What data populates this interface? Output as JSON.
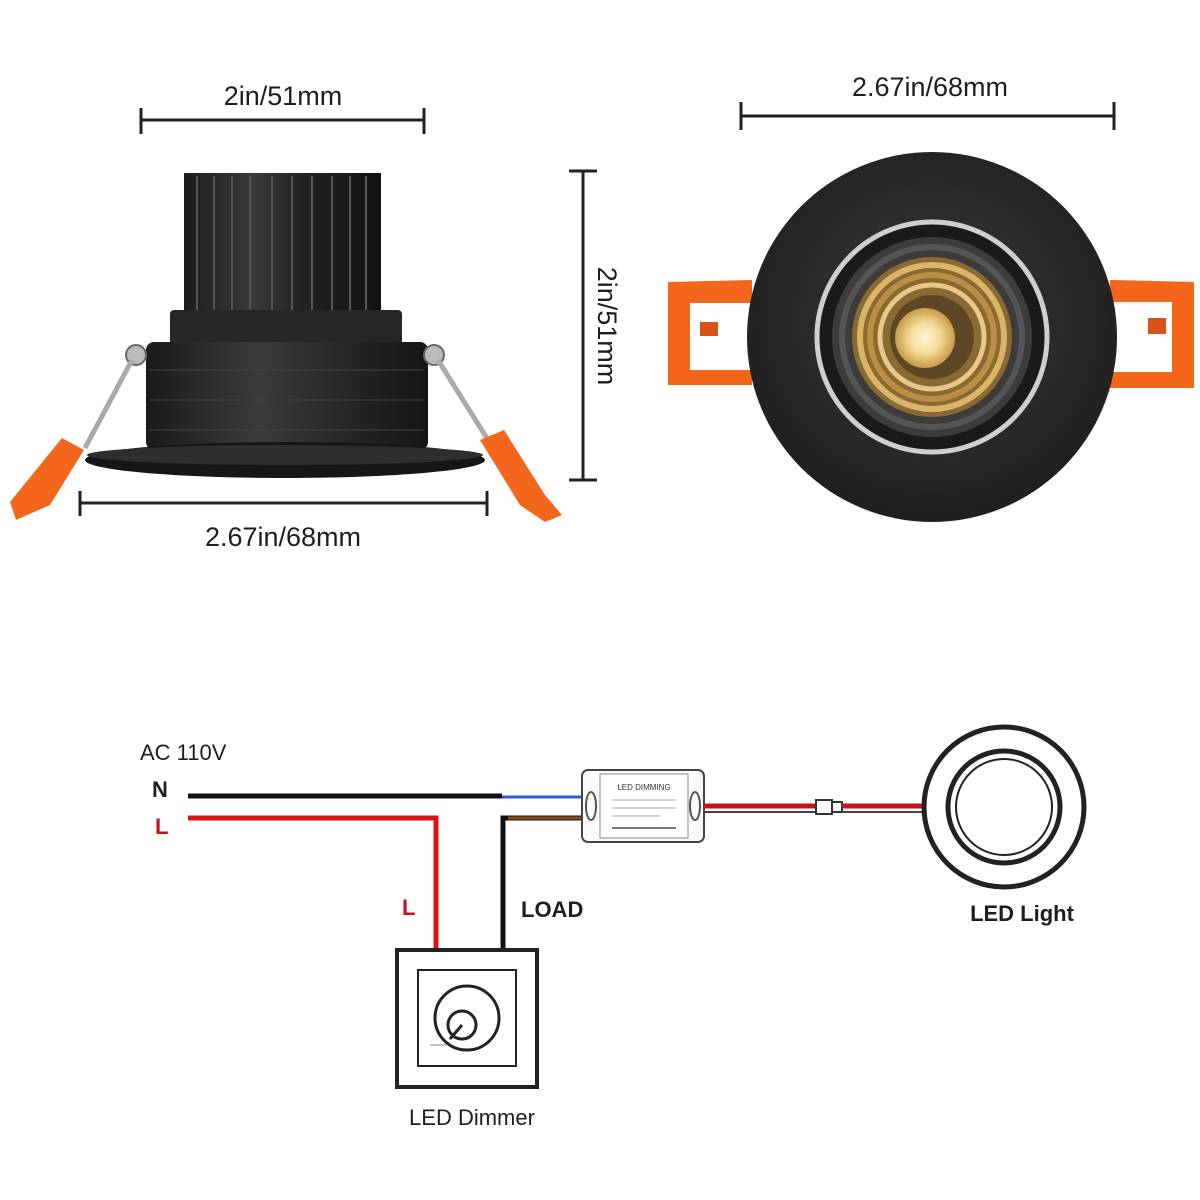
{
  "dimensions": {
    "side_top_width": "2in/51mm",
    "side_height": "2in/51mm",
    "side_bottom_width": "2.67in/68mm",
    "front_width": "2.67in/68mm"
  },
  "wiring": {
    "supply": "AC 110V",
    "neutral": "N",
    "line": "L",
    "line_to_dimmer": "L",
    "load": "LOAD",
    "driver_text": "LED DIMMING",
    "dimmer": "LED Dimmer",
    "light": "LED Light"
  },
  "colors": {
    "black_wire": "#111111",
    "red_wire": "#d9141b",
    "blue_wire": "#2a5bd7",
    "brown_wire": "#8a4b1a",
    "clip_orange": "#f4661b",
    "body_black": "#2b2b2b",
    "led_yellow": "#f2df9a"
  }
}
